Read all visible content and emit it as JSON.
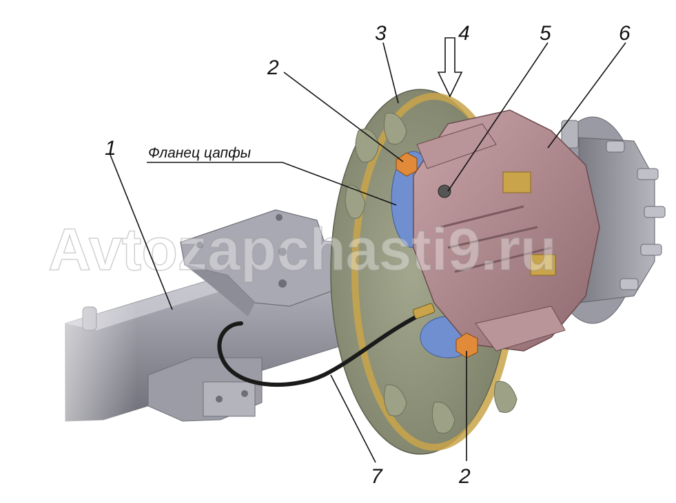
{
  "callouts": {
    "c1": "1",
    "c2_top": "2",
    "c2_bottom": "2",
    "c3": "3",
    "c4": "4",
    "c5": "5",
    "c6": "6",
    "c7": "7"
  },
  "flange_label": "Фланец цапфы",
  "watermark": "Avtozapchasti9.ru",
  "colors": {
    "axle": "#8f8f9a",
    "disc": "#8c9078",
    "caliper": "#b08a8e",
    "bolt": "#e08a3a",
    "flange": "#6f8fd0",
    "pad": "#c9a44a"
  }
}
